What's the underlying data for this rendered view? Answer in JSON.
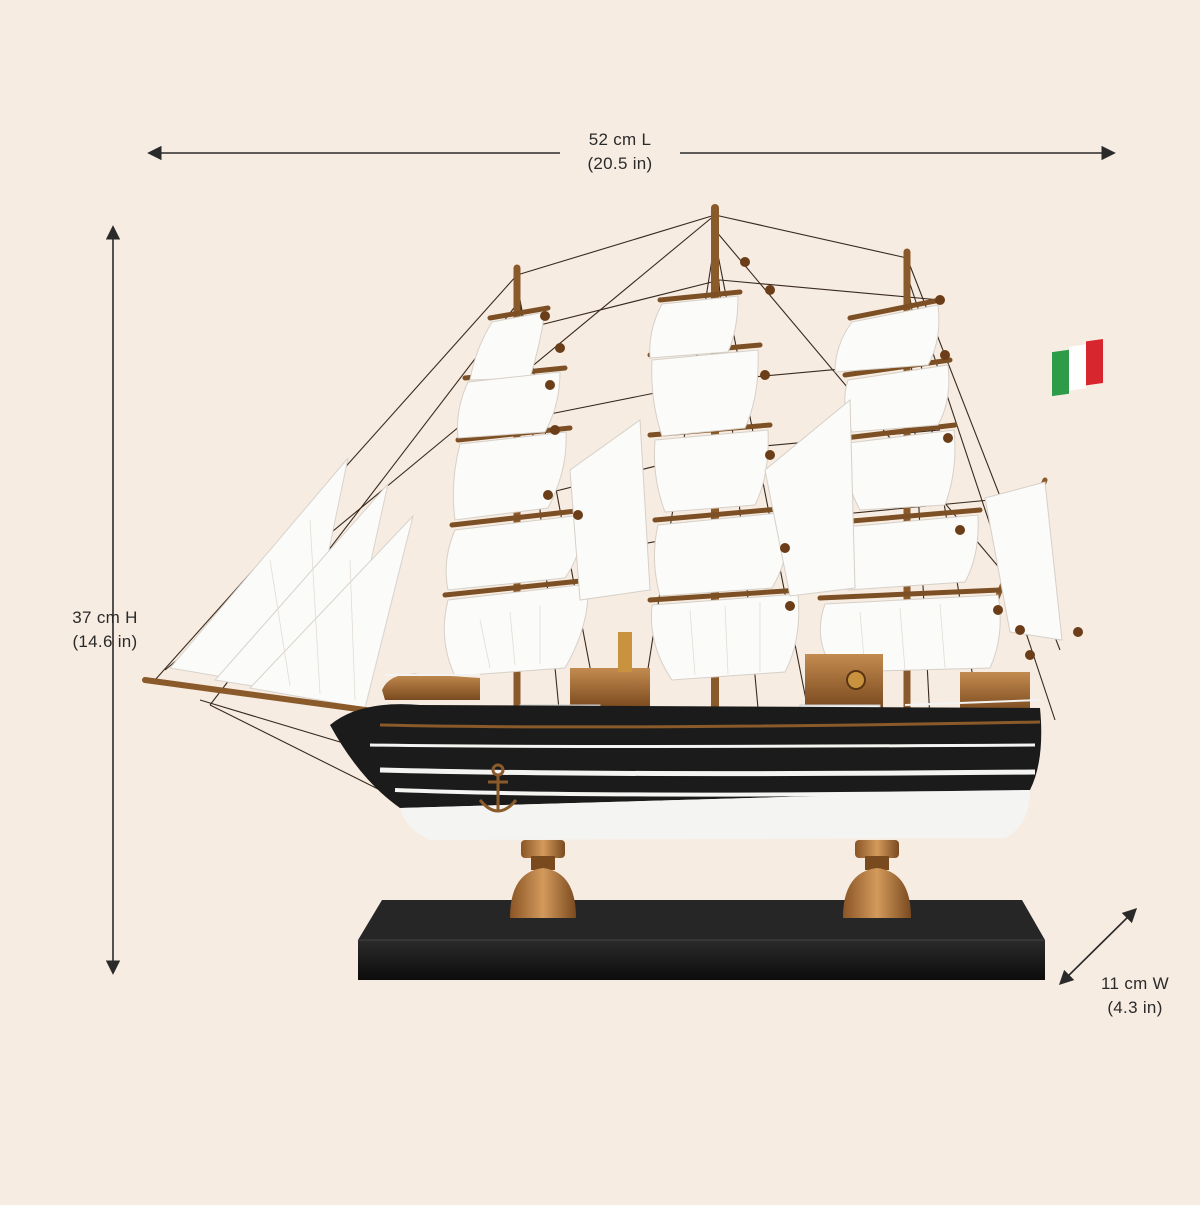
{
  "dimensions": {
    "length": {
      "metric": "52 cm L",
      "imperial": "(20.5 in)"
    },
    "height": {
      "metric": "37 cm H",
      "imperial": "(14.6 in)"
    },
    "width": {
      "metric": "11 cm W",
      "imperial": "(4.3 in)"
    }
  },
  "colors": {
    "background": "#f7ece2",
    "hull_black": "#1b1b1b",
    "hull_white": "#f4f4f2",
    "sail": "#fbfbf9",
    "wood": "#8a5a2b",
    "base": "#141414",
    "flag_green": "#2e9b48",
    "flag_red": "#d7262d"
  },
  "icons": [
    "dimension-arrow",
    "anchor-icon",
    "italian-flag"
  ]
}
